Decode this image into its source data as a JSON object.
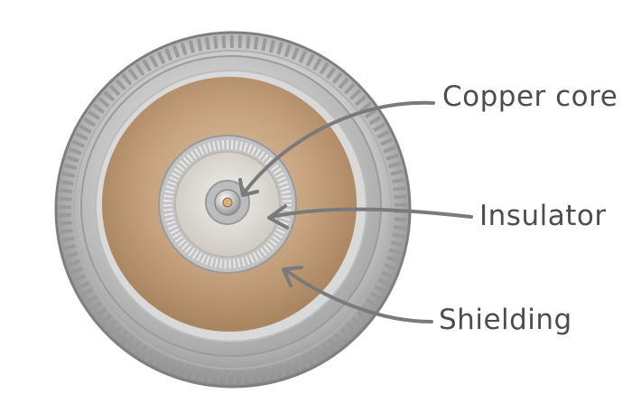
{
  "image": {
    "subject": "coaxial-cable-connector-end-view",
    "labels": [
      {
        "id": "copper",
        "text": "Copper core"
      },
      {
        "id": "insulator",
        "text": "Insulator"
      },
      {
        "id": "shielding",
        "text": "Shielding"
      }
    ],
    "colors": {
      "metal_light": "#e3e3e3",
      "metal_dark": "#8e8e8e",
      "insulation_tan": "#c8a480",
      "arrow_gray": "#7a7a7a",
      "label_text": "#4d4d4d"
    }
  }
}
